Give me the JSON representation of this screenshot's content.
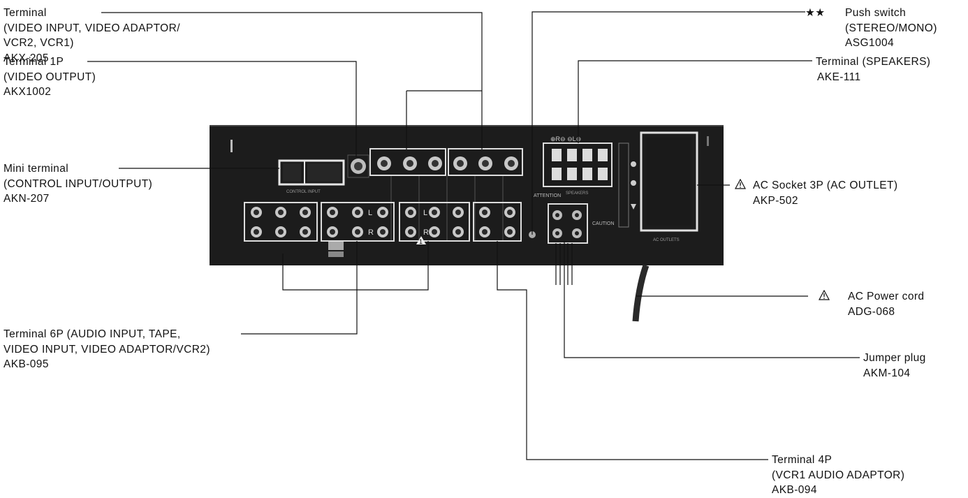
{
  "labels": {
    "terminal_video": {
      "lines": [
        "Terminal",
        "(VIDEO INPUT, VIDEO ADAPTOR/",
        "VCR2, VCR1)",
        "AKX-205"
      ]
    },
    "terminal_1p": {
      "lines": [
        "Terminal 1P",
        "(VIDEO OUTPUT)",
        "AKX1002"
      ]
    },
    "mini_terminal": {
      "lines": [
        "Mini terminal",
        "(CONTROL INPUT/OUTPUT)",
        "AKN-207"
      ]
    },
    "terminal_6p": {
      "lines": [
        "Terminal 6P (AUDIO INPUT, TAPE,",
        "VIDEO INPUT, VIDEO ADAPTOR/VCR2)",
        "AKB-095"
      ]
    },
    "push_switch": {
      "marker": "★★",
      "lines": [
        "Push switch",
        "(STEREO/MONO)",
        "ASG1004"
      ]
    },
    "terminal_speakers": {
      "lines": [
        "Terminal (SPEAKERS)",
        "AKE-111"
      ]
    },
    "ac_socket": {
      "lines": [
        "AC Socket 3P (AC OUTLET)",
        "AKP-502"
      ]
    },
    "ac_power_cord": {
      "lines": [
        "AC Power cord",
        "ADG-068"
      ]
    },
    "jumper_plug": {
      "lines": [
        "Jumper plug",
        "AKM-104"
      ]
    },
    "terminal_4p": {
      "lines": [
        "Terminal 4P",
        "(VCR1 AUDIO ADAPTOR)",
        "AKB-094"
      ]
    }
  },
  "panel": {
    "panel_color": "#1c1c1c",
    "line_color": "#111111",
    "markings": {
      "speakers_polarity": "⊕R⊖  ⊖L⊕",
      "attention": "ATTENTION",
      "caution": "CAUTION",
      "speakers": "SPEAKERS",
      "ac_outlets": "AC OUTLETS",
      "warning_number": "1"
    }
  }
}
